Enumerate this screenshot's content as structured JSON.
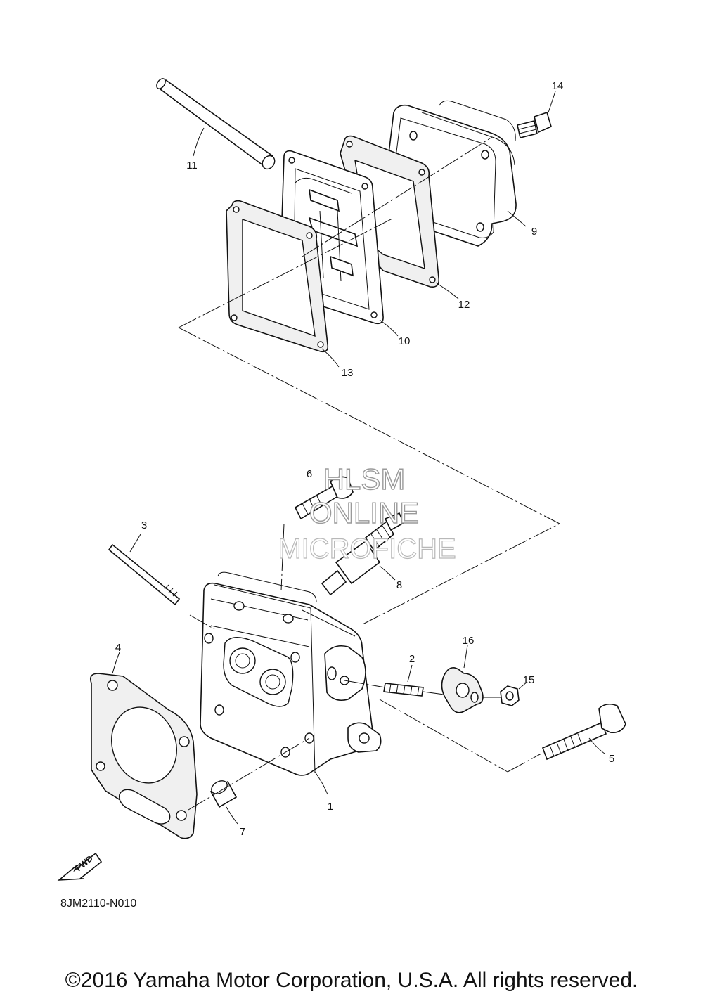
{
  "labels": {
    "p1": "1",
    "p2": "2",
    "p3": "3",
    "p4": "4",
    "p5": "5",
    "p6": "6",
    "p7": "7",
    "p8": "8",
    "p9": "9",
    "p10": "10",
    "p11": "11",
    "p12": "12",
    "p13": "13",
    "p14": "14",
    "p15": "15",
    "p16": "16"
  },
  "watermark": {
    "line1": "HLSM",
    "line2": "ONLINE",
    "line3": "MICROFICHE"
  },
  "fwd": "FWD",
  "diagram_code": "8JM2110-N010",
  "copyright": "©2016 Yamaha Motor Corporation, U.S.A. All rights reserved."
}
